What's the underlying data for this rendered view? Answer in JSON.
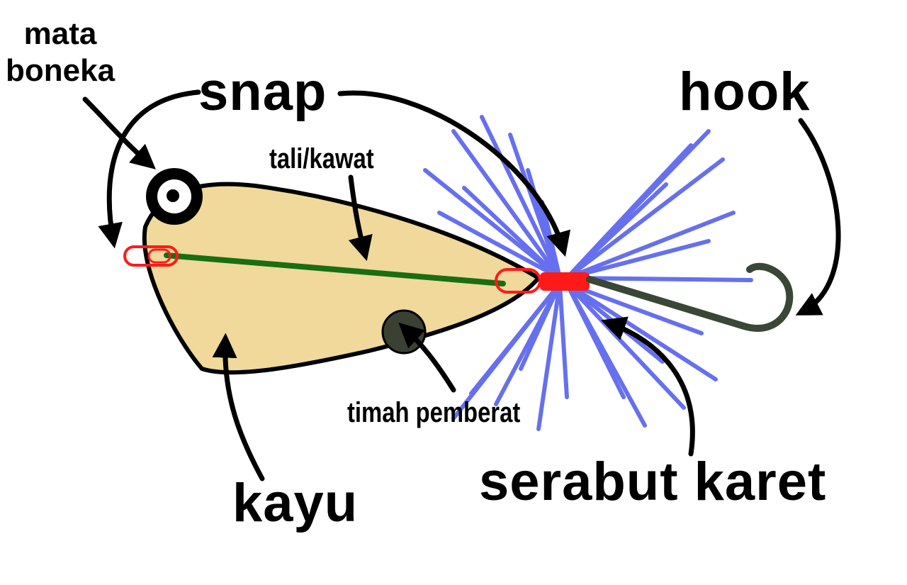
{
  "labels": {
    "mata_boneka": "mata\nboneka",
    "snap": "snap",
    "hook": "hook",
    "tali_kawat": "tali/kawat",
    "timah_pemberat": "timah pemberat",
    "kayu": "kayu",
    "serabut_karet": "serabut karet"
  },
  "colors": {
    "body_fill": "#f0d99a",
    "outline": "#000000",
    "wire": "#1a6e12",
    "snap_red": "#ff1a1a",
    "fibers": "#6670ee",
    "hook": "#3a4636",
    "weight": "#3a4132",
    "eye_white": "#ffffff"
  }
}
